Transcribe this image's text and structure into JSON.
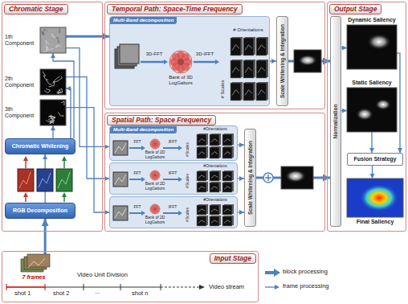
{
  "diagram": {
    "nodes": [
      {
        "text": [
          "Chromatic Stage"
        ]
      },
      {
        "text": [
          "1th Component"
        ],
        "in": 0
      },
      {
        "text": [
          "2th Component"
        ],
        "in": 0
      },
      {
        "text": [
          "3th Component"
        ],
        "in": 0
      },
      {
        "text": [
          "Chromatic Whitening"
        ],
        "in": 0
      },
      {
        "text": [
          "RGB Decomposition"
        ],
        "in": 0
      },
      {
        "text": [
          "Temporal Path: Space-Time Frequency"
        ]
      },
      {
        "text": [
          "Multi-Band decomposition",
          "3D-FFT",
          "Bank of 3D LogGabors",
          "3D-IFFT",
          "# Orientations",
          "# Scales"
        ],
        "in": 6
      },
      {
        "text": [
          "Scale Whitening & Integration"
        ],
        "in": 6
      },
      {
        "text": [
          "Spatial Path: Space Frequency"
        ]
      },
      {
        "text": [
          "Multi-Band decomposition",
          "FFT",
          "Bank of 2D LogGabors",
          "IFFT",
          "#Orientations",
          "#Scales"
        ],
        "in": 9
      },
      {
        "text": [
          "FFT",
          "Bank of 2D LogGabors",
          "IFFT",
          "#Orientations",
          "#Scales"
        ],
        "in": 9
      },
      {
        "text": [
          "FFT",
          "Bank of 2D LogGabors",
          "IFFT",
          "#Orientations",
          "#Scales"
        ],
        "in": 9
      },
      {
        "text": [
          "Scale Whitening & Integration"
        ],
        "in": 9
      },
      {
        "text": [
          "Output Stage"
        ]
      },
      {
        "text": [
          "Normalization"
        ],
        "in": 14
      },
      {
        "text": [
          "Dynamic Saliency"
        ],
        "in": 14
      },
      {
        "text": [
          "Static Saliency"
        ],
        "in": 14
      },
      {
        "text": [
          "Fusion Strategy"
        ],
        "in": 14
      },
      {
        "text": [
          "Final Saliency"
        ],
        "in": 14
      },
      {
        "text": [
          "Input Stage"
        ]
      },
      {
        "text": [
          "7 frames"
        ],
        "in": 20
      }
    ],
    "edges": [
      {
        "from": 21,
        "to": 5,
        "arrow": "to"
      },
      {
        "from": 5,
        "to": 4,
        "arrow": "to"
      },
      {
        "from": 4,
        "to": 1,
        "arrow": "to"
      },
      {
        "from": 4,
        "to": 2,
        "arrow": "to"
      },
      {
        "from": 4,
        "to": 3,
        "arrow": "to"
      },
      {
        "from": 1,
        "to": 7,
        "arrow": "to"
      },
      {
        "from": 1,
        "to": 10,
        "arrow": "to"
      },
      {
        "from": 2,
        "to": 11,
        "arrow": "to"
      },
      {
        "from": 3,
        "to": 12,
        "arrow": "to"
      },
      {
        "from": 7,
        "to": 8,
        "arrow": "to"
      },
      {
        "from": 10,
        "to": 13,
        "arrow": "to"
      },
      {
        "from": 11,
        "to": 13,
        "arrow": "to"
      },
      {
        "from": 12,
        "to": 13,
        "arrow": "to"
      },
      {
        "from": 8,
        "to": 15,
        "arrow": "to"
      },
      {
        "from": 13,
        "to": 15,
        "arrow": "to"
      },
      {
        "from": 15,
        "to": 16,
        "arrow": "to"
      },
      {
        "from": 15,
        "to": 17,
        "arrow": "to"
      },
      {
        "from": 16,
        "to": 18,
        "arrow": "to"
      },
      {
        "from": 17,
        "to": 18,
        "arrow": "to"
      },
      {
        "from": 18,
        "to": 19,
        "arrow": "to"
      }
    ],
    "labels": [
      "Video Unit Division",
      "shot 1",
      "shot 2",
      "...",
      "shot n",
      "Video stream"
    ],
    "legend": [
      {
        "text": "block processing"
      },
      {
        "text": "frame processing"
      }
    ]
  }
}
